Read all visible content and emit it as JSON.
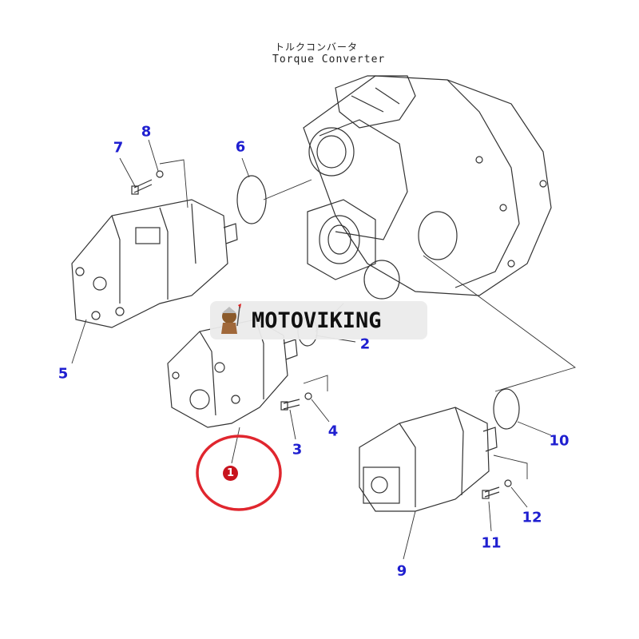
{
  "diagram": {
    "title_japanese": "トルクコンバータ",
    "title_english": "Torque Converter",
    "watermark": "MOTOVIKING",
    "highlight_color": "#c8141e",
    "callout_color": "#1f1fd0",
    "highlighted_part": "1",
    "callouts": [
      "2",
      "3",
      "4",
      "5",
      "6",
      "7",
      "8",
      "9",
      "10",
      "11",
      "12"
    ]
  }
}
